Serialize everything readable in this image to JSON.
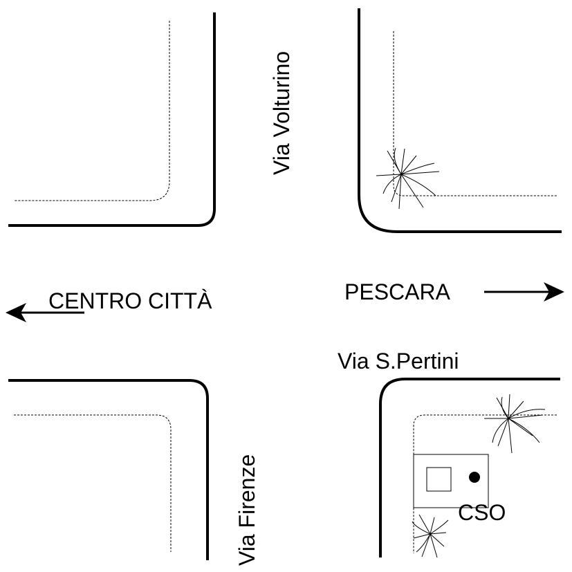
{
  "streets": {
    "north": "Via Volturino",
    "south": "Via Firenze",
    "east": "Via S.Pertini"
  },
  "directions": {
    "west": "CENTRO CITTÀ",
    "east": "PESCARA"
  },
  "facility": {
    "label": "CSO"
  },
  "colors": {
    "line": "#000000",
    "background": "#ffffff"
  }
}
